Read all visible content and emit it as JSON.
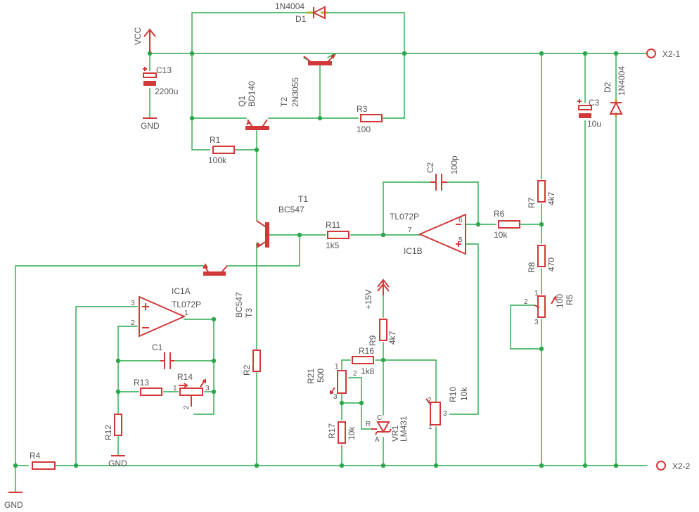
{
  "power": {
    "vcc": "VCC",
    "gnd_c13": "GND",
    "gnd_r12": "GND",
    "gnd_bottom": "GND",
    "p15v": "+15V"
  },
  "terminals": {
    "x2_1": "X2-1",
    "x2_2": "X2-2"
  },
  "diodes": {
    "d1": {
      "name": "D1",
      "value": "1N4004"
    },
    "d2": {
      "name": "D2",
      "value": "1N4004"
    }
  },
  "capacitors": {
    "c13": {
      "name": "C13",
      "value": "2200u"
    },
    "c3": {
      "name": "C3",
      "value": "10u"
    },
    "c2": {
      "name": "C2",
      "value": "100p"
    },
    "c1": {
      "name": "C1"
    }
  },
  "transistors": {
    "q1": {
      "name": "Q1",
      "value": "BD140"
    },
    "t2": {
      "name": "T2",
      "value": "2N3055"
    },
    "t1": {
      "name": "T1",
      "value": "BC547"
    },
    "t3": {
      "name": "T3",
      "value": "BC547"
    }
  },
  "resistors": {
    "r1": {
      "name": "R1",
      "value": "100k"
    },
    "r2": {
      "name": "R2"
    },
    "r3": {
      "name": "R3",
      "value": "100"
    },
    "r4": {
      "name": "R4"
    },
    "r6": {
      "name": "R6",
      "value": "10k"
    },
    "r7": {
      "name": "R7",
      "value": "4k7"
    },
    "r8": {
      "name": "R8",
      "value": "470"
    },
    "r9": {
      "name": "R9",
      "value": "4k7"
    },
    "r11": {
      "name": "R11",
      "value": "1k5"
    },
    "r12": {
      "name": "R12"
    },
    "r13": {
      "name": "R13"
    },
    "r16": {
      "name": "R16",
      "value": "1k8"
    },
    "r17": {
      "name": "R17",
      "value": "10k"
    }
  },
  "pots": {
    "r5": {
      "name": "R5",
      "value": "100"
    },
    "r10": {
      "name": "R10",
      "value": "10k"
    },
    "r14": {
      "name": "R14"
    },
    "r21": {
      "name": "R21",
      "value": "500"
    }
  },
  "ics": {
    "ic1a": {
      "name": "IC1A",
      "value": "TL072P",
      "pin_out": "1",
      "pin_plus": "3",
      "pin_minus": "2"
    },
    "ic1b": {
      "name": "IC1B",
      "value": "TL072P",
      "pin_out": "7",
      "pin_minus": "6",
      "pin_plus": "5"
    }
  },
  "regulator": {
    "name": "VR1",
    "value": "LM431",
    "pin_r": "R",
    "pin_a": "A",
    "pin_c": "C"
  },
  "pins": {
    "r5_1": "1",
    "r5_2": "2",
    "r5_3": "3",
    "r10_1": "1",
    "r10_2": "2",
    "r10_3": "3",
    "r14_1": "1",
    "r14_2": "2",
    "r14_3": "3",
    "r21_1": "1",
    "r21_2": "2",
    "r21_3": "3"
  }
}
